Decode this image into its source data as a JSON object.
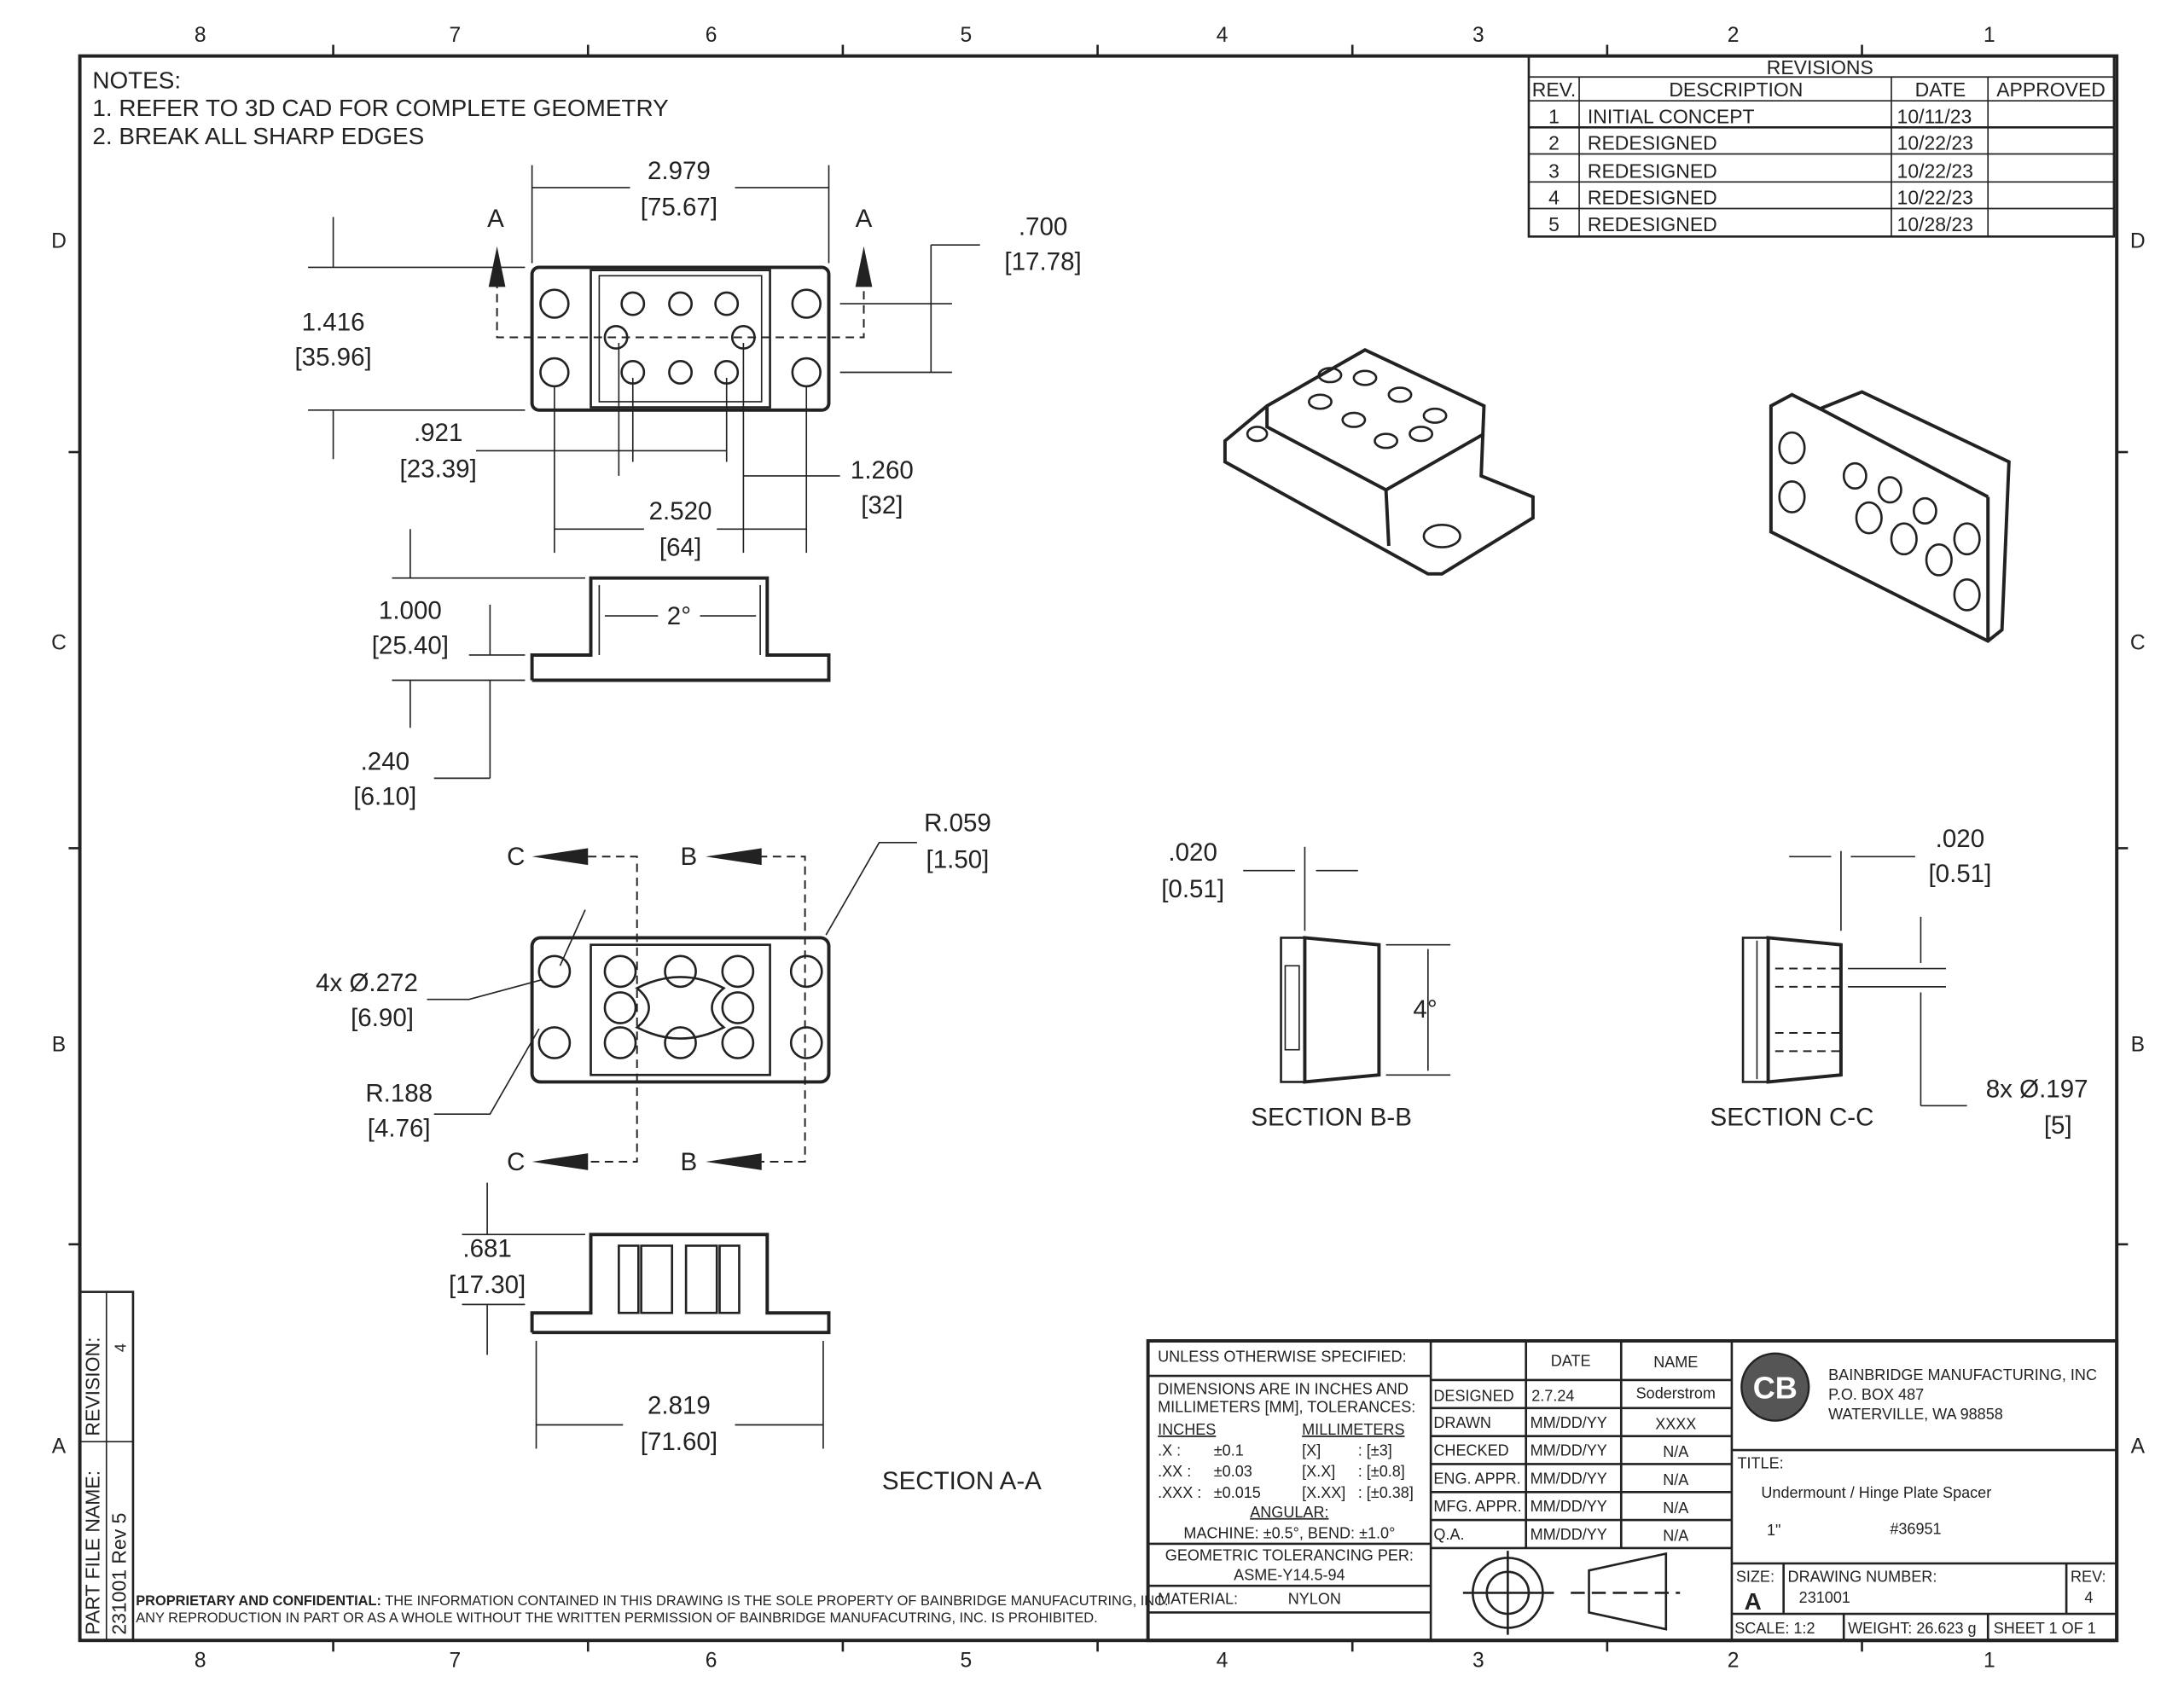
{
  "zones": {
    "columns": [
      "8",
      "7",
      "6",
      "5",
      "4",
      "3",
      "2",
      "1"
    ],
    "rows": [
      "D",
      "C",
      "B",
      "A"
    ]
  },
  "notes": {
    "title": "NOTES:",
    "items": [
      "1.  REFER TO 3D CAD FOR COMPLETE GEOMETRY",
      "2.  BREAK ALL SHARP EDGES"
    ]
  },
  "revisions": {
    "title": "REVISIONS",
    "headers": [
      "REV.",
      "DESCRIPTION",
      "DATE",
      "APPROVED"
    ],
    "rows": [
      {
        "rev": "1",
        "description": "INITIAL CONCEPT",
        "date": "10/11/23",
        "approved": ""
      },
      {
        "rev": "2",
        "description": "REDESIGNED",
        "date": "10/22/23",
        "approved": ""
      },
      {
        "rev": "3",
        "description": "REDESIGNED",
        "date": "10/22/23",
        "approved": ""
      },
      {
        "rev": "4",
        "description": "REDESIGNED",
        "date": "10/22/23",
        "approved": ""
      },
      {
        "rev": "5",
        "description": "REDESIGNED",
        "date": "10/28/23",
        "approved": ""
      }
    ]
  },
  "dimensions": {
    "width_in": "2.979",
    "width_mm": "[75.67]",
    "height_in": "1.416",
    "height_mm": "[35.96]",
    "hole_pitch_in": ".700",
    "hole_pitch_mm": "[17.78]",
    "inner_in": ".921",
    "inner_mm": "[23.39]",
    "span_in": "2.520",
    "span_mm": "[64]",
    "span2_in": "1.260",
    "span2_mm": "[32]",
    "total_h_in": "1.000",
    "total_h_mm": "[25.40]",
    "draft": "2°",
    "base_in": ".240",
    "base_mm": "[6.10]",
    "radius_in": "R.059",
    "radius_mm": "[1.50]",
    "hole_in": "4x Ø.272",
    "hole_mm": "[6.90]",
    "radius2_in": "R.188",
    "radius2_mm": "[4.76]",
    "sec_h_in": ".681",
    "sec_h_mm": "[17.30]",
    "sec_w_in": "2.819",
    "sec_w_mm": "[71.60]",
    "bb_in": ".020",
    "bb_mm": "[0.51]",
    "bb_angle": "4°",
    "cc_in": ".020",
    "cc_mm": "[0.51]",
    "small_hole_in": "8x Ø.197",
    "small_hole_mm": "[5]"
  },
  "labels": {
    "section_a": "A",
    "section_b": "B",
    "section_c": "C",
    "section_aa": "SECTION A-A",
    "section_bb": "SECTION B-B",
    "section_cc": "SECTION C-C"
  },
  "title_block": {
    "unless": "UNLESS OTHERWISE SPECIFIED:",
    "dims_line1": "DIMENSIONS ARE IN INCHES AND",
    "dims_line2": "MILLIMETERS [MM], TOLERANCES:",
    "inches": "INCHES",
    "millimeters": "MILLIMETERS",
    "tol_rows": [
      {
        "a": ".X :",
        "b": "±0.1",
        "c": "[X]",
        "d": ": [±3]"
      },
      {
        "a": ".XX :",
        "b": "±0.03",
        "c": "[X.X]",
        "d": ": [±0.8]"
      },
      {
        "a": ".XXX :",
        "b": "±0.015",
        "c": "[X.XX]",
        "d": ": [±0.38]"
      }
    ],
    "angular": "ANGULAR:",
    "machine": "MACHINE: ±0.5°, BEND: ±1.0°",
    "geo_tol": "GEOMETRIC TOLERANCING PER:",
    "geo_std": "ASME-Y14.5-94",
    "material_label": "MATERIAL:",
    "material": "NYLON",
    "col_date": "DATE",
    "col_name": "NAME",
    "sign_rows": [
      {
        "role": "DESIGNED",
        "date": "2.7.24",
        "name": "Soderstrom"
      },
      {
        "role": "DRAWN",
        "date": "MM/DD/YY",
        "name": "XXXX"
      },
      {
        "role": "CHECKED",
        "date": "MM/DD/YY",
        "name": "N/A"
      },
      {
        "role": "ENG. APPR.",
        "date": "MM/DD/YY",
        "name": "N/A"
      },
      {
        "role": "MFG. APPR.",
        "date": "MM/DD/YY",
        "name": "N/A"
      },
      {
        "role": "Q.A.",
        "date": "MM/DD/YY",
        "name": "N/A"
      }
    ],
    "company": "BAINBRIDGE MANUFACTURING, INC",
    "address1": "P.O. BOX 487",
    "address2": "WATERVILLE, WA 98858",
    "logo_text": "CB",
    "title_label": "TITLE:",
    "title": "Undermount / Hinge Plate Spacer",
    "size_note": "1\"",
    "part_no": "#36951",
    "size_label": "SIZE:",
    "size": "A",
    "dwg_label": "DRAWING NUMBER:",
    "dwg_no": "231001",
    "rev_label": "REV:",
    "rev": "4",
    "scale": "SCALE: 1:2",
    "weight": "WEIGHT: 26.623 g",
    "sheet": "SHEET 1 OF 1"
  },
  "side_block": {
    "file_label": "PART FILE NAME:",
    "file": "231001 Rev 5",
    "rev_label": "REVISION:",
    "rev": "4"
  },
  "proprietary": {
    "bold": "PROPRIETARY AND CONFIDENTIAL:",
    "line1": " THE INFORMATION CONTAINED IN THIS DRAWING IS THE SOLE PROPERTY OF BAINBRIDGE MANUFACUTRING, INC.",
    "line2": "ANY REPRODUCTION IN PART OR AS A WHOLE WITHOUT THE WRITTEN PERMISSION OF BAINBRIDGE MANUFACUTRING, INC. IS PROHIBITED."
  }
}
